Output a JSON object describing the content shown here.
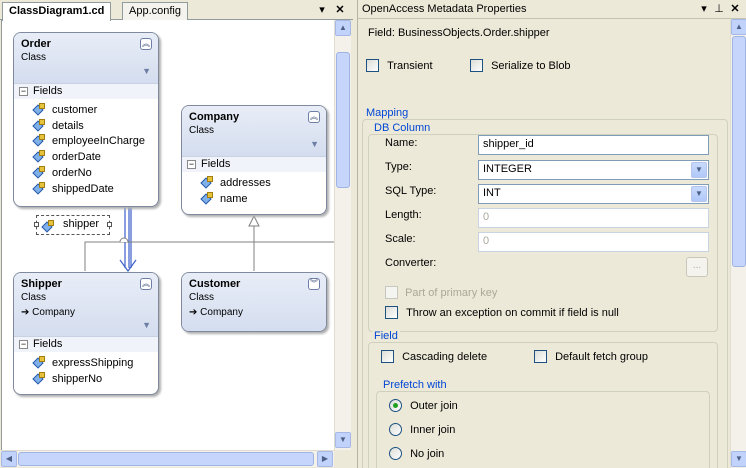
{
  "tabs": [
    {
      "label": "ClassDiagram1.cd",
      "active": true
    },
    {
      "label": "App.config",
      "active": false
    }
  ],
  "tab_controls": {
    "dropdown_icon": "chevron-down-icon",
    "close_icon": "close-icon"
  },
  "diagram": {
    "fields_section_label": "Fields",
    "classes": [
      {
        "name": "Order",
        "kind": "Class",
        "base": "",
        "fields": [
          "customer",
          "details",
          "employeeInCharge",
          "orderDate",
          "orderNo",
          "shippedDate"
        ]
      },
      {
        "name": "Company",
        "kind": "Class",
        "base": "",
        "fields": [
          "addresses",
          "name"
        ]
      },
      {
        "name": "Shipper",
        "kind": "Class",
        "base": "Company",
        "fields": [
          "expressShipping",
          "shipperNo"
        ]
      },
      {
        "name": "Customer",
        "kind": "Class",
        "base": "Company",
        "fields": []
      }
    ],
    "association_label": "shipper"
  },
  "properties_panel": {
    "title": "OpenAccess Metadata Properties",
    "controls": {
      "dropdown_icon": "chevron-down-icon",
      "pin_icon": "pin-icon",
      "close_icon": "close-icon"
    },
    "field_path": "Field: BusinessObjects.Order.shipper",
    "transient_label": "Transient",
    "serialize_label": "Serialize to Blob",
    "mapping_group": "Mapping",
    "db_column_group": "DB Column",
    "name_label": "Name:",
    "name_value": "shipper_id",
    "type_label": "Type:",
    "type_value": "INTEGER",
    "sqltype_label": "SQL Type:",
    "sqltype_value": "INT",
    "length_label": "Length:",
    "length_value": "0",
    "scale_label": "Scale:",
    "scale_value": "0",
    "converter_label": "Converter:",
    "converter_button": "...",
    "part_of_pk_label": "Part of primary key",
    "throw_exception_label": "Throw an exception on commit if field is null",
    "field_group": "Field",
    "cascading_delete_label": "Cascading delete",
    "default_fetch_label": "Default fetch group",
    "prefetch_group": "Prefetch with",
    "prefetch_options": [
      "Outer join",
      "Inner join",
      "No join"
    ],
    "prefetch_selected": "Outer join"
  }
}
